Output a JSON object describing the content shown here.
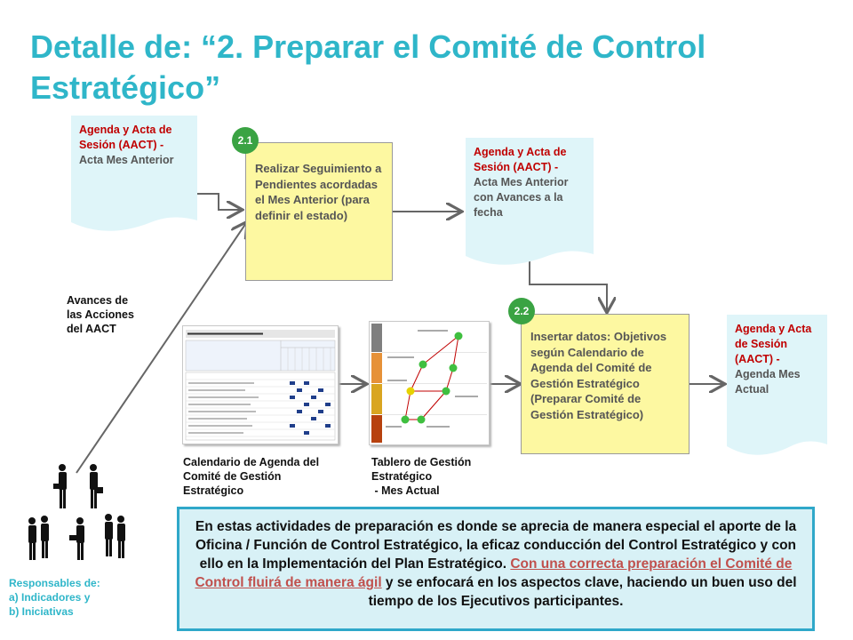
{
  "page": {
    "title": "Detalle de: “2. Preparar el Comité de Control Estratégico”"
  },
  "docs": {
    "input": {
      "red": "Agenda y Acta de Sesión (AACT) -",
      "gray": "Acta Mes Anterior"
    },
    "middle": {
      "red": "Agenda y Acta de Sesión (AACT) -",
      "gray": "Acta Mes Anterior con Avances a la fecha"
    },
    "output": {
      "red": "Agenda y Acta de Sesión (AACT) -",
      "gray": "Agenda Mes Actual"
    }
  },
  "steps": {
    "s1": {
      "number": "2.1",
      "text": "Realizar Seguimiento a Pendientes acordadas el Mes Anterior (para definir el estado)"
    },
    "s2": {
      "number": "2.2",
      "text": "Insertar datos: Objetivos según Calendario de Agenda del Comité de Gestión Estratégico (Preparar Comité de Gestión Estratégico)"
    }
  },
  "labels": {
    "avances": "Avances de las Acciones del AACT",
    "calendario": "Calendario de Agenda del Comité de Gestión Estratégico",
    "tablero_1": "Tablero de Gestión Estratégico",
    "tablero_2": " - Mes Actual"
  },
  "responsables": {
    "title": "Responsables de:",
    "a": "a) Indicadores y",
    "b": "b) Iniciativas"
  },
  "note": {
    "part1": "En estas actividades de preparación es donde se aprecia de manera especial el aporte de la Oficina / Función de Control Estratégico, la eficaz conducción del Control Estratégico y con ello en la Implementación del Plan Estratégico.",
    "link": "Con una correcta preparación el Comité de Control fluirá de manera ágil",
    "part2": " y se enfocará en los aspectos clave, haciendo un buen uso del tiempo de los Ejecutivos participantes."
  },
  "colors": {
    "title": "#2fb6c9",
    "doc_fill": "#dff5f9",
    "process_fill": "#fdf8a1",
    "step_badge": "#3aa343",
    "red_text": "#c00000",
    "note_border": "#2fa8c9",
    "note_link": "#c0504d"
  }
}
